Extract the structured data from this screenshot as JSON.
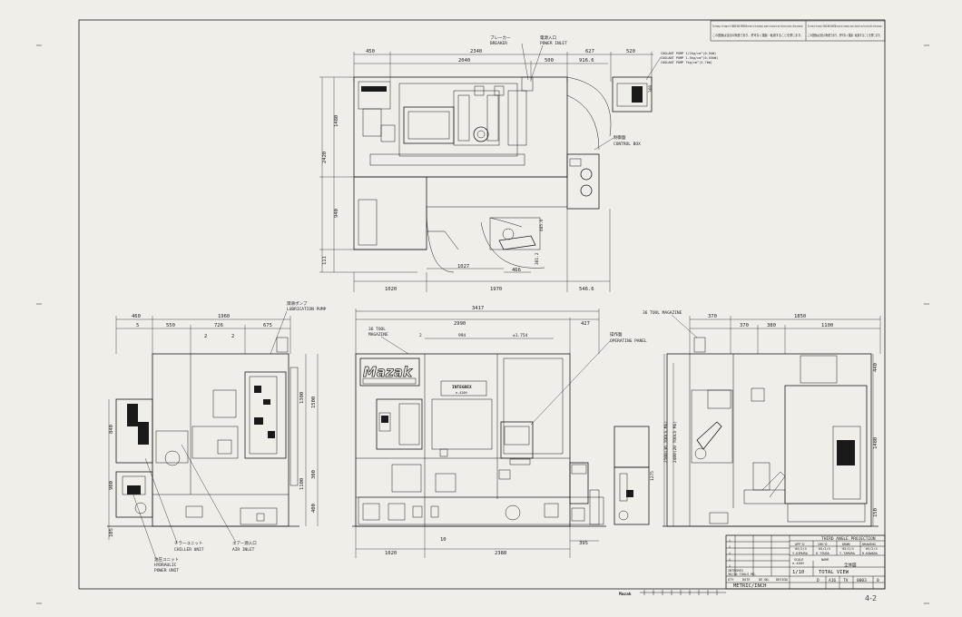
{
  "top_view": {
    "dims_top": [
      "450",
      "2340",
      "627",
      "520"
    ],
    "dims_second": [
      "2040",
      "500",
      "916.6"
    ],
    "dims_left": [
      "1480",
      "2420",
      "940",
      "111"
    ],
    "dims_bottom": [
      "1020",
      "1970",
      "546.6"
    ],
    "dims_inner": [
      "1027",
      "466",
      "381.2",
      "485.6"
    ],
    "dim_side_box": "360",
    "labels": {
      "breaker_jp": "ブレーカー",
      "breaker_en": "BREAKER",
      "power_inlet_jp": "電源入口",
      "power_inlet_en": "POWER INLET",
      "coolant_pump_1": "COOLANT PUMP 1/2kg/cm²(0.5kW)",
      "coolant_pump_2": "COOLANT PUMP 1.5kg/cm²(0.55kW)",
      "coolant_pump_3": "COOLANT PUMP 7kg/cm²(3.7kW)",
      "control_box_jp": "制御盤",
      "control_box_en": "CONTROL BOX"
    }
  },
  "left_view": {
    "dims_top": [
      "460",
      "1960"
    ],
    "dims_second": [
      "5",
      "550",
      "726",
      "675"
    ],
    "dims_small": [
      "2",
      "2"
    ],
    "dims_left": [
      "840",
      "900",
      "105"
    ],
    "dims_right": [
      "1300",
      "1500",
      "300",
      "1100",
      "400"
    ],
    "labels": {
      "lube_pump_jp": "潤滑ポンプ",
      "lube_pump_en": "LUBRICATION PUMP",
      "chiller_jp": "チラーユニット",
      "chiller_en": "CHILLER UNIT",
      "air_inlet_jp": "エアー源入口",
      "air_inlet_en": "AIR INLET",
      "hydraulic_jp": "油圧ユニット",
      "hydraulic_en_1": "HYDRAULIC",
      "hydraulic_en_2": "POWER UNIT"
    }
  },
  "front_view": {
    "dims_top": [
      "3417",
      "2990",
      "427"
    ],
    "dims_second": [
      "2",
      "994",
      "±1.754"
    ],
    "dims_bottom": [
      "1020",
      "2388",
      "10"
    ],
    "dim_small": "395",
    "dims_side": [
      "1275",
      "2500(36 TOOLS MG)",
      "2400(20 TOOLS MG)"
    ],
    "labels": {
      "tool_magazine_1": "36 TOOL",
      "tool_magazine_2": "MAGAZINE",
      "operating_panel_jp": "操作盤",
      "operating_panel_en": "OPERATING PANEL",
      "brand": "Mazak",
      "model": "INTEGREX",
      "model_sub": "e-420H"
    }
  },
  "right_view": {
    "dims_top": [
      "370",
      "1850"
    ],
    "dims_second": [
      "370",
      "380",
      "1100"
    ],
    "dims_right": [
      "440",
      "1480",
      "150"
    ],
    "labels": {
      "tool_magazine": "36 TOOL MAGAZINE"
    }
  },
  "title_block": {
    "projection": "THIRD ANGLE PROJECTION",
    "roles": [
      "APP'D",
      "CHK'D",
      "DRWN",
      "DRAWING"
    ],
    "names": [
      "Y.KIMURA",
      "H.TSUDA",
      "Y.TAMURA",
      "H.KAWADA"
    ],
    "dates": [
      "'05/2/4",
      "'05/2/4",
      "'05/2/4",
      "'05/2/4"
    ],
    "scale_label": "SCALE",
    "scale_value": "1/10",
    "name_label": "NAME",
    "name_jp": "全体図",
    "name_en": "TOTAL VIEW",
    "unit": "METRIC/INCH",
    "drawing_no_parts": [
      "D",
      "A16",
      "TV",
      "0003",
      "0"
    ],
    "revision_rows": [
      [
        "△",
        "",
        "",
        ""
      ],
      [
        "△",
        "",
        "",
        ""
      ],
      [
        "△",
        "",
        "",
        ""
      ],
      [
        "△",
        "",
        "",
        ""
      ],
      [
        "△",
        "",
        "",
        ""
      ]
    ],
    "row_labels": [
      "QTY",
      "DATE",
      "DE.NO.",
      "DESIGN"
    ],
    "model_row_1": "INTEGREX",
    "model_row_2": "e-420H",
    "tools_label": "36/20 TOOLS MG."
  },
  "notice": {
    "en_text": "This drawing is the property of YAMAZAKI MAZAK CORPORATION and must not be reproduced, copied or disclosed to any third party without written permission.",
    "jp_text": "この図面は当社の財産であり、許可なく複製・転用することを禁じます。"
  },
  "footer": {
    "maker": "Mazak",
    "page_number": "4-2"
  }
}
